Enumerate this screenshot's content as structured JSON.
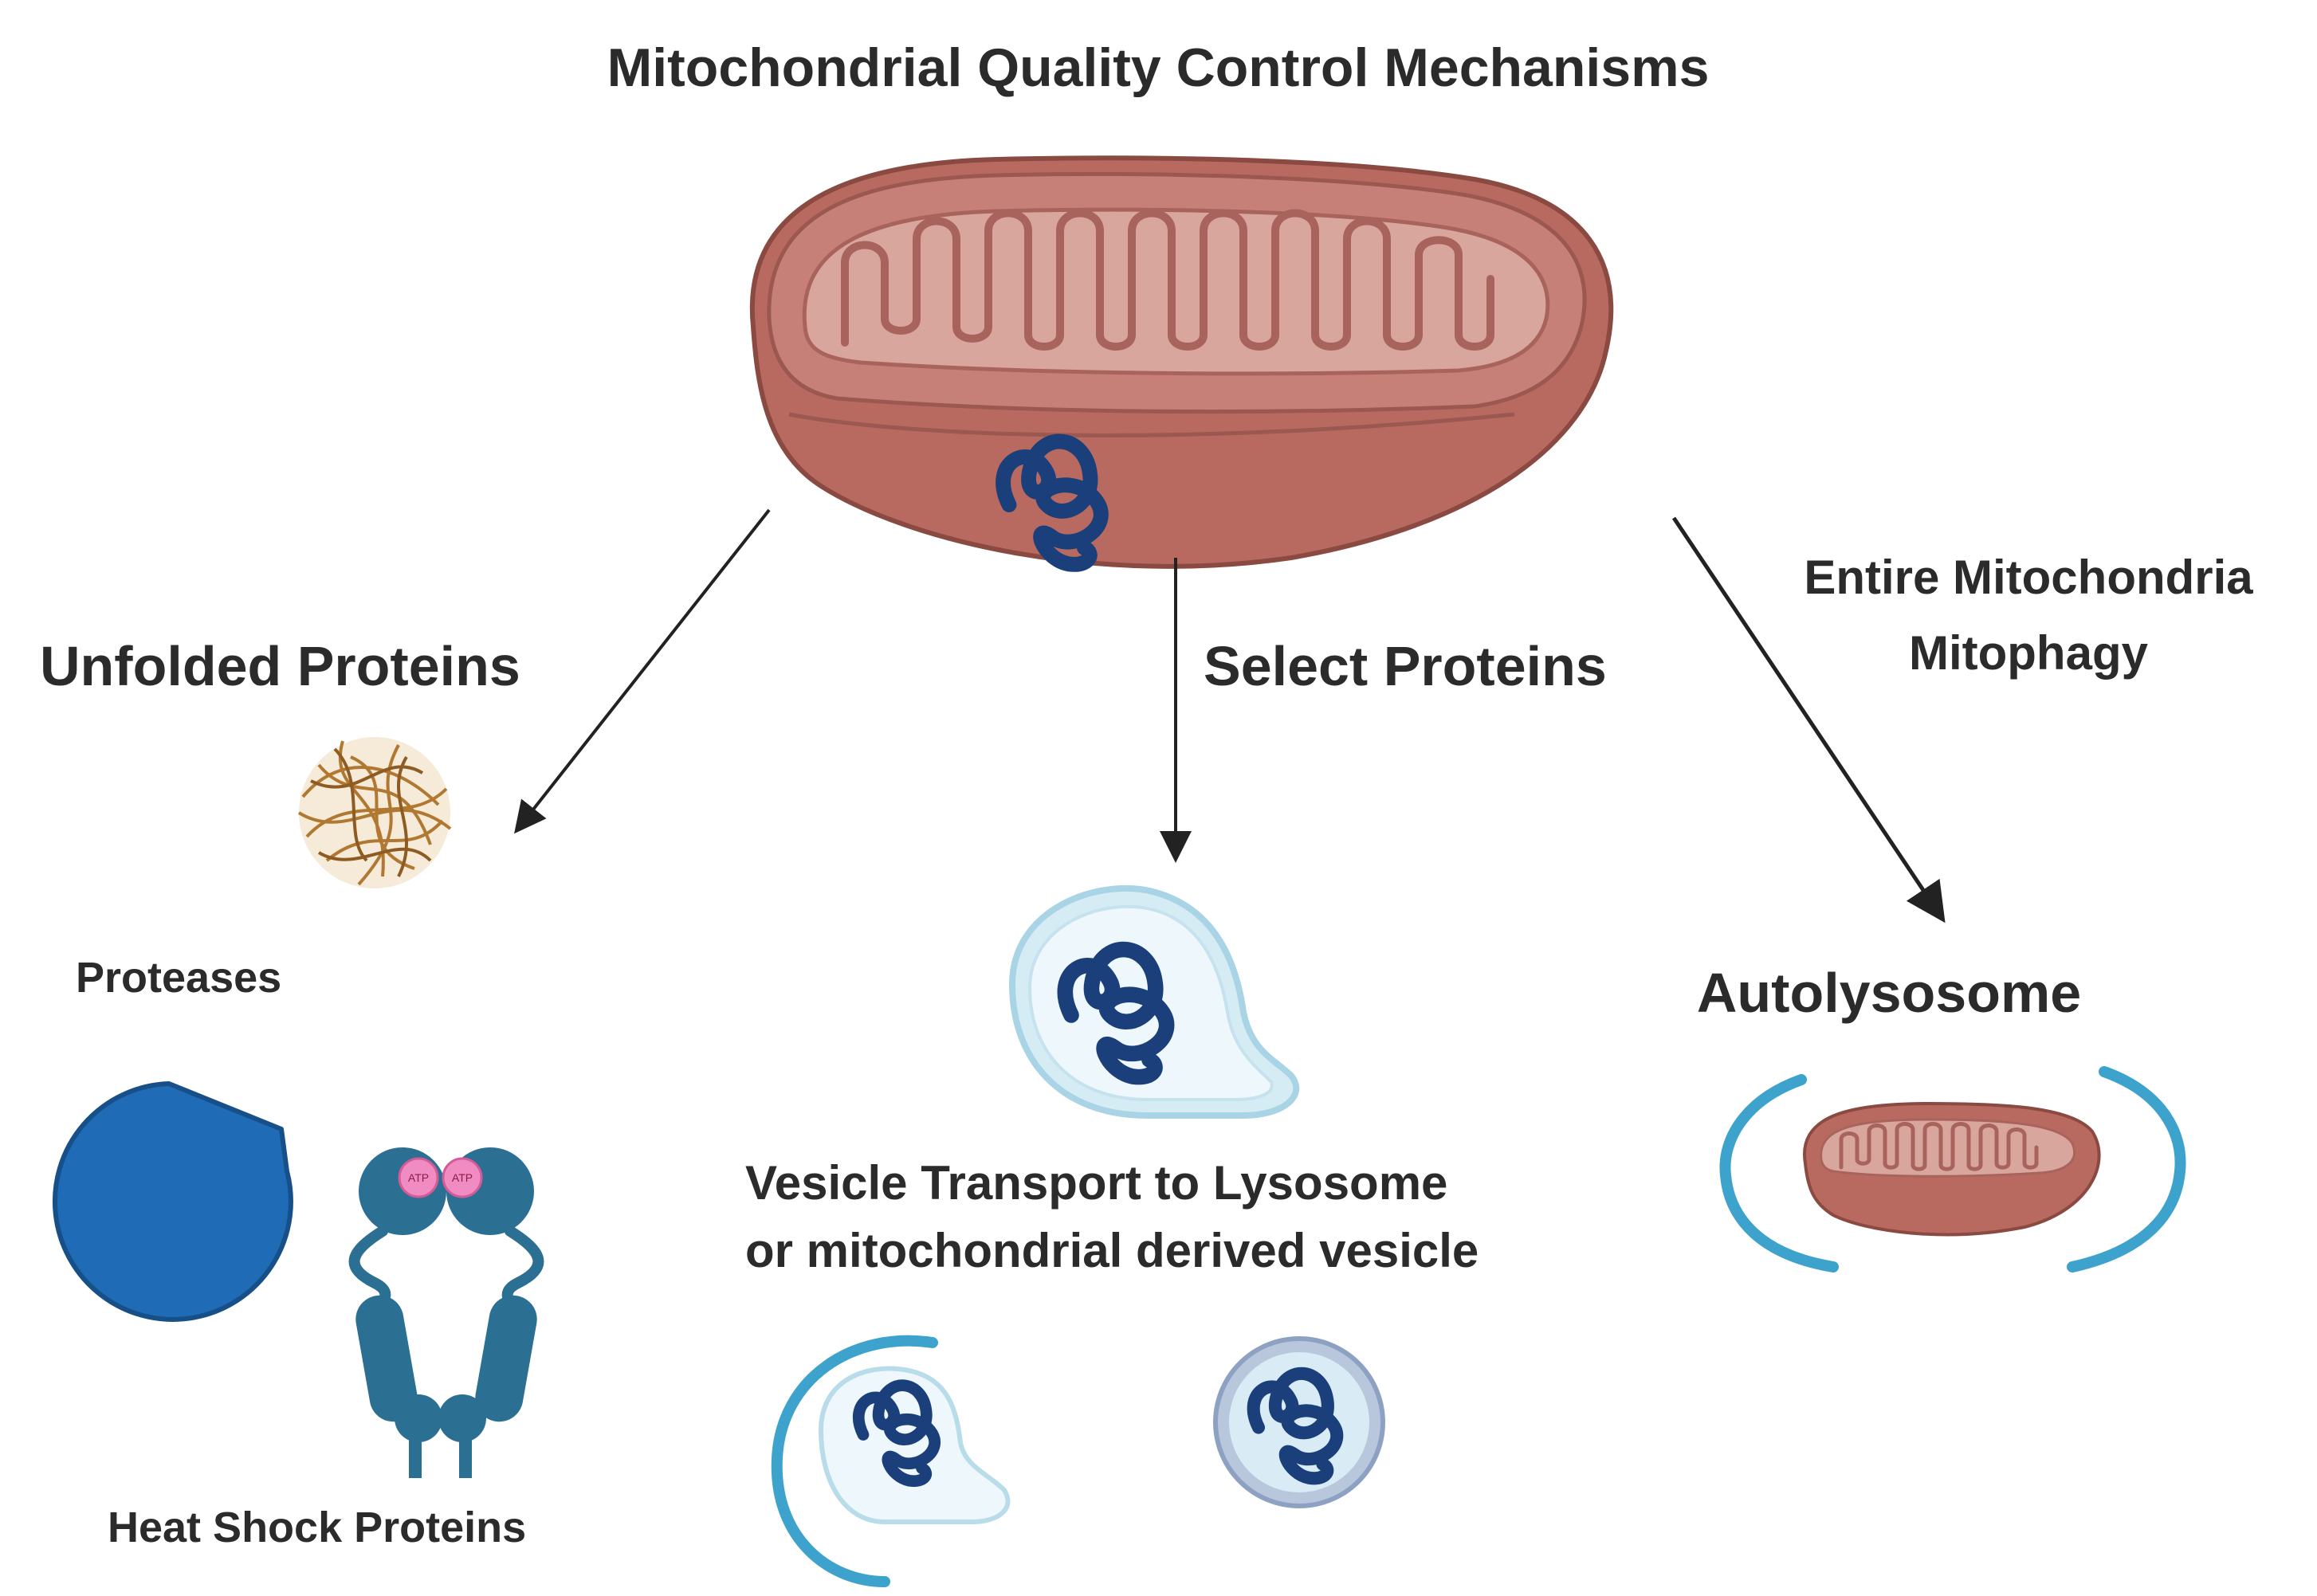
{
  "title": "Mitochondrial Quality Control Mechanisms",
  "branches": {
    "left": {
      "heading": "Unfolded Proteins",
      "proteases_label": "Proteases",
      "hsp_label": "Heat Shock Proteins",
      "atp_label": "ATP"
    },
    "middle": {
      "heading": "Select Proteins",
      "caption_line1": "Vesicle Transport to Lysosome",
      "caption_line2": "or mitochondrial derived vesicle"
    },
    "right": {
      "heading_line1": "Entire Mitochondria",
      "heading_line2": "Mitophagy",
      "label": "Autolysosome"
    }
  },
  "colors": {
    "mito_outer": "#c4766a",
    "mito_matrix": "#d9a69e",
    "protein": "#1b3f7a",
    "protease": "#1f6bb5",
    "hsp": "#2b6f93",
    "vesicle": "#5fb3d4",
    "aggregate": "#b07830"
  }
}
